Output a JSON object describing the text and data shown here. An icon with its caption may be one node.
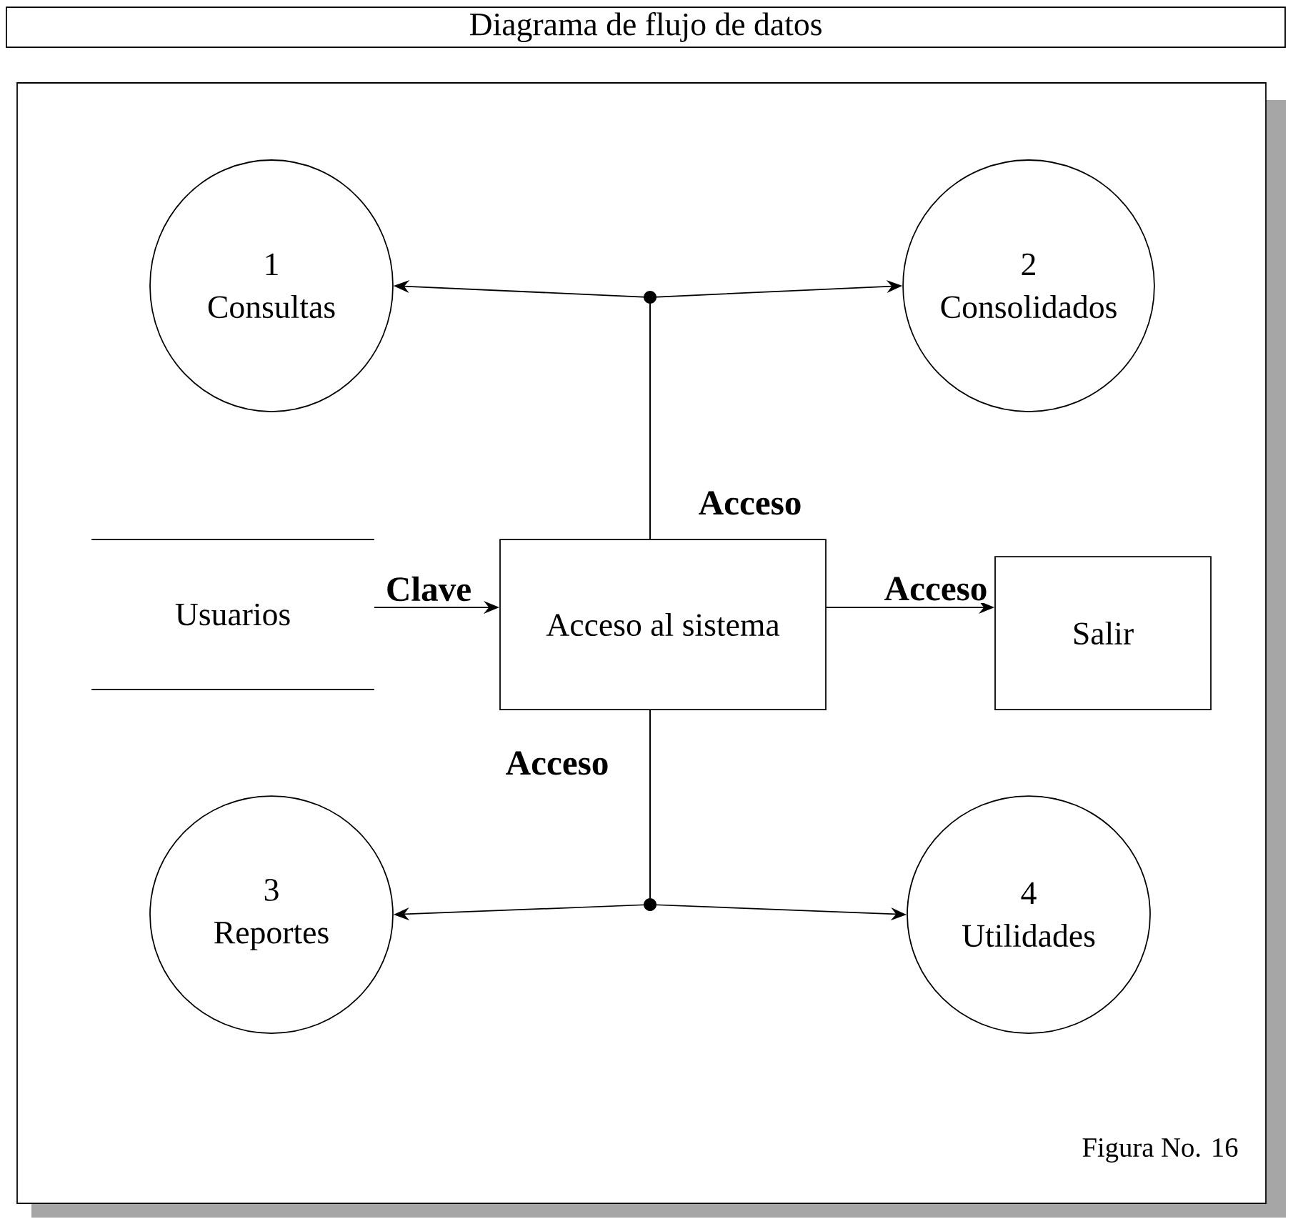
{
  "diagram": {
    "title": "Diagrama de flujo de datos",
    "nodes": [
      {
        "text": [
          "1",
          "Consultas"
        ]
      },
      {
        "text": [
          "2",
          "Consolidados"
        ]
      },
      {
        "text": [
          "Usuarios"
        ]
      },
      {
        "text": [
          "Acceso al sistema"
        ]
      },
      {
        "text": [
          "Salir"
        ]
      },
      {
        "text": [
          "3",
          "Reportes"
        ]
      },
      {
        "text": [
          "4",
          "Utilidades"
        ]
      }
    ],
    "edges": [
      {
        "from": 3,
        "to": 0,
        "arrow": "to",
        "label": "Acceso"
      },
      {
        "from": 3,
        "to": 1,
        "arrow": "to"
      },
      {
        "from": 3,
        "to": 5,
        "arrow": "to",
        "label": "Acceso"
      },
      {
        "from": 3,
        "to": 6,
        "arrow": "to"
      },
      {
        "from": 2,
        "to": 3,
        "arrow": "to",
        "label": "Clave"
      },
      {
        "from": 3,
        "to": 4,
        "arrow": "to",
        "label": "Acceso"
      }
    ],
    "labels": [
      "Figura No. 16"
    ]
  }
}
